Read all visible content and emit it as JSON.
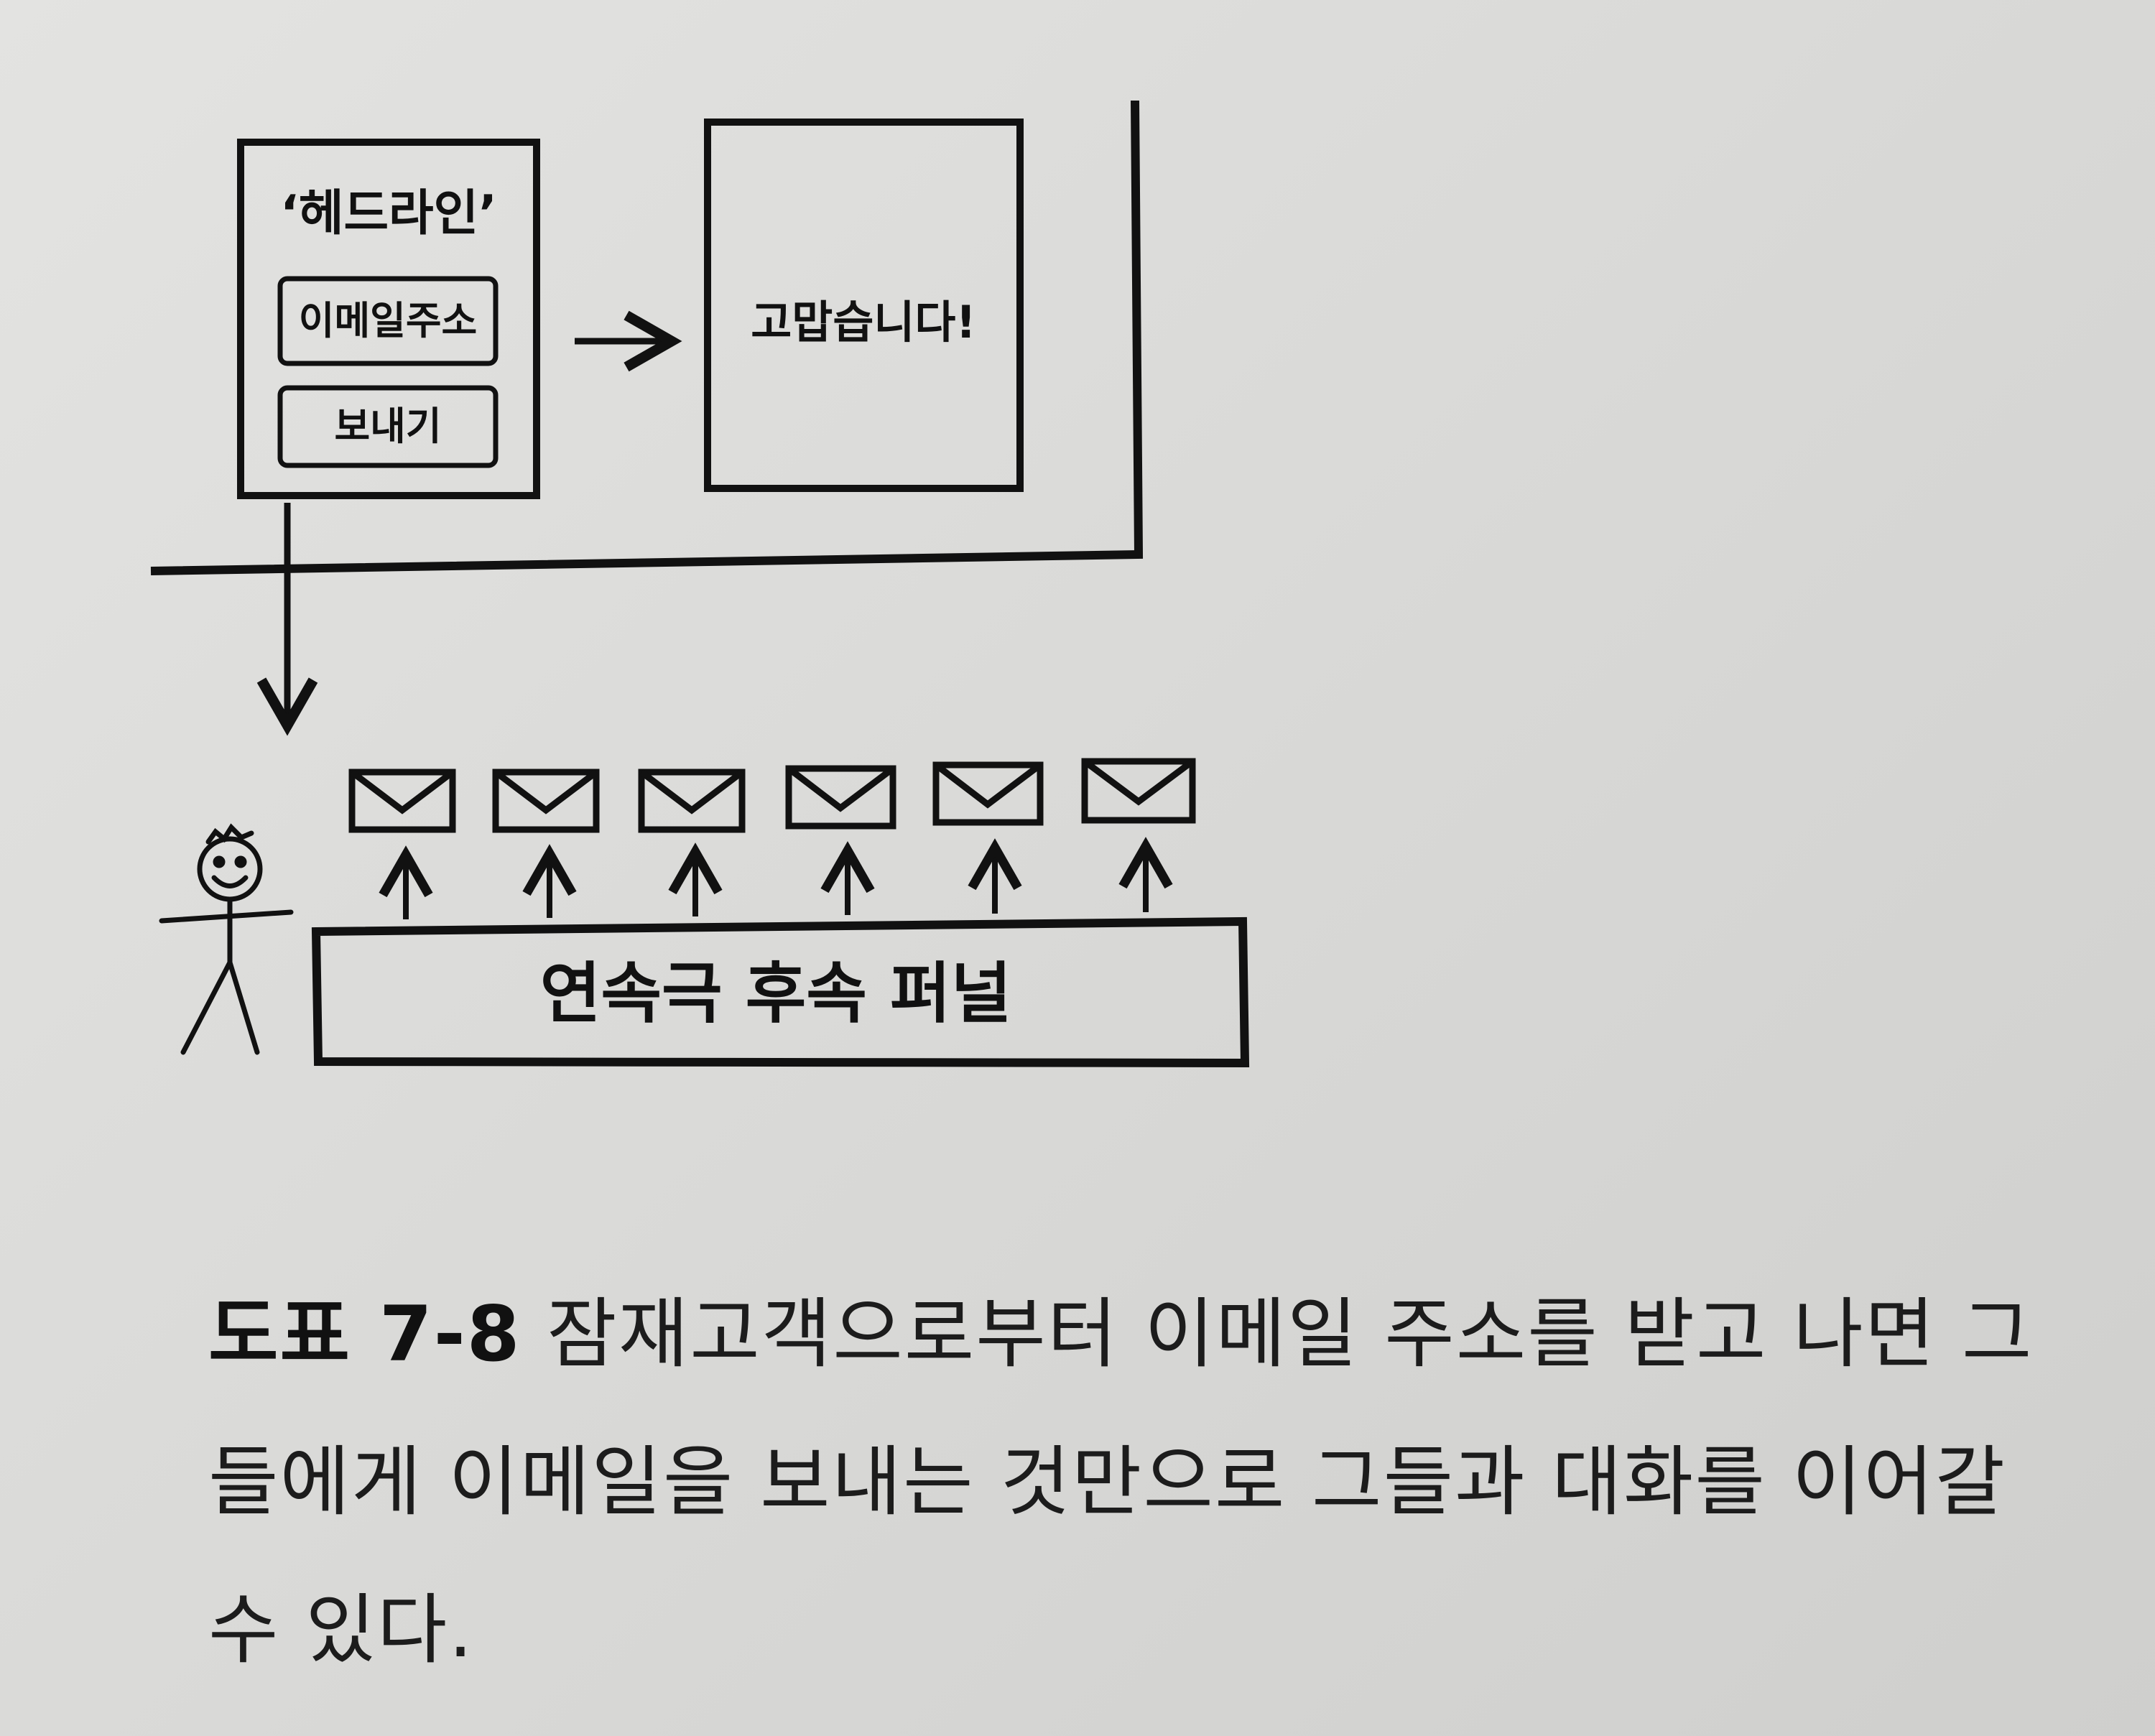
{
  "diagram": {
    "form": {
      "headline": "‘헤드라인’",
      "email_field": "이메일주소",
      "submit_button": "보내기"
    },
    "thanks_page": "고맙습니다!",
    "funnel_label": "연속극 후속 퍼널",
    "icons": {
      "email": "envelope-icon",
      "person": "stick-figure-icon"
    }
  },
  "caption": {
    "figure_number": "도표 7-8",
    "text": "잠재고객으로부터 이메일 주소를 받고 나면 그들에게 이메일을 보내는 것만으로 그들과 대화를 이어갈 수 있다."
  }
}
